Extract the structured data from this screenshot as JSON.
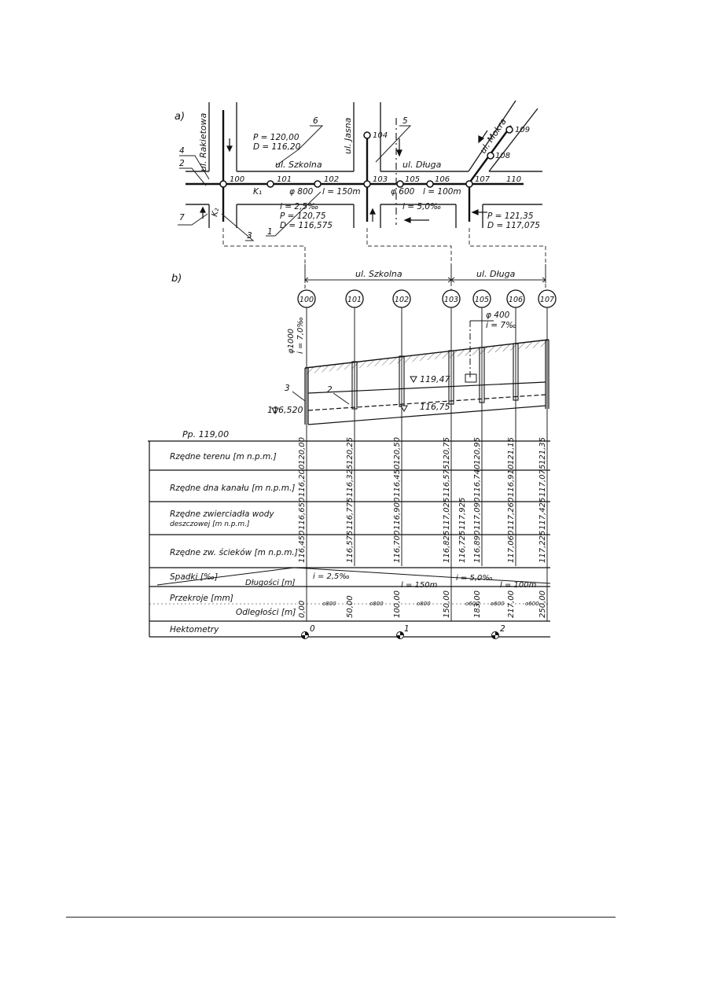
{
  "plan": {
    "label": "a)",
    "streets": {
      "rakietowa": "ul. Rakietowa",
      "szkolna": "ul. Szkolna",
      "jasna": "ul. Jasna",
      "dluga": "ul. Długa",
      "mokra": "ul. Mokra"
    },
    "wells": [
      "100",
      "101",
      "102",
      "103",
      "104",
      "105",
      "106",
      "107",
      "108",
      "109",
      "110"
    ],
    "pipe_szkolna": {
      "diameter": "φ 800",
      "length": "l = 150m",
      "slope": "i = 2,5‰",
      "terrain": "P = 120,75",
      "bottom": "D = 116,575"
    },
    "pipe_dluga": {
      "diameter": "φ 600",
      "length": "l = 100m",
      "slope": "i = 5,0‰"
    },
    "node_100": {
      "terrain": "P = 120,00",
      "bottom": "D = 116,20"
    },
    "node_107": {
      "terrain": "P = 121,35",
      "bottom": "D = 117,075"
    },
    "callouts": [
      "1",
      "2",
      "3",
      "4",
      "5",
      "6",
      "7"
    ],
    "k_labels": [
      "K₁",
      "K₂"
    ]
  },
  "profile": {
    "label": "b)",
    "street_szkolna": "ul. Szkolna",
    "street_dluga": "ul. Długa",
    "wells": [
      "100",
      "101",
      "102",
      "103",
      "105",
      "106",
      "107"
    ],
    "inlet_pipe": {
      "diameter": "φ1000",
      "slope": "i = 7,0‰"
    },
    "branch": {
      "diameter": "φ 400",
      "slope": "i = 7‰"
    },
    "level_rain": "119,47",
    "level_sewage": "116,75",
    "level_start": "116,520",
    "callout_3": "3",
    "callout_2": "2",
    "datum": "Pp. 119,00"
  },
  "table": {
    "rows": [
      {
        "label": "Rzędne terenu [m n.p.m.]",
        "values": [
          "120,00",
          "120,25",
          "120,50",
          "120,75",
          "120,95",
          "121,15",
          "121,35"
        ]
      },
      {
        "label": "Rzędne dna kanału [m n.p.m.]",
        "values": [
          "116,200",
          "116,325",
          "116,450",
          "116,575",
          "116,740",
          "116,910",
          "117,075"
        ]
      },
      {
        "label": "Rzędne zwierciadła wody",
        "label2": "deszczowej [m n.p.m.]",
        "values": [
          "116,650",
          "116,775",
          "116,900",
          "117,025",
          "117,090",
          "117,260",
          "117,425"
        ],
        "extra": "117,925"
      },
      {
        "label": "Rzędne zw. ścieków [m n.p.m.]",
        "values": [
          "116,450",
          "116,575",
          "116,700",
          "116,825",
          "116,890",
          "117,060",
          "117,225"
        ],
        "extra": "116,725"
      }
    ],
    "slopes_label": "Spadki [‰]",
    "lengths_label": "Długości [m]",
    "slope_values": [
      "i = 2,5‰",
      "i = 5,0‰"
    ],
    "length_values": [
      "l = 150m",
      "l = 100m"
    ],
    "sections_label": "Przekroje [mm]",
    "distances_label": "Odległości [m]",
    "sections": [
      "o800",
      "o800",
      "o800",
      "o600",
      "o600",
      "o600"
    ],
    "distances": [
      "0,00",
      "50,00",
      "100,00",
      "150,00",
      "183,00",
      "217,00",
      "250,00"
    ],
    "hectometers_label": "Hektometry",
    "hectometers": [
      "0",
      "1",
      "2"
    ]
  }
}
